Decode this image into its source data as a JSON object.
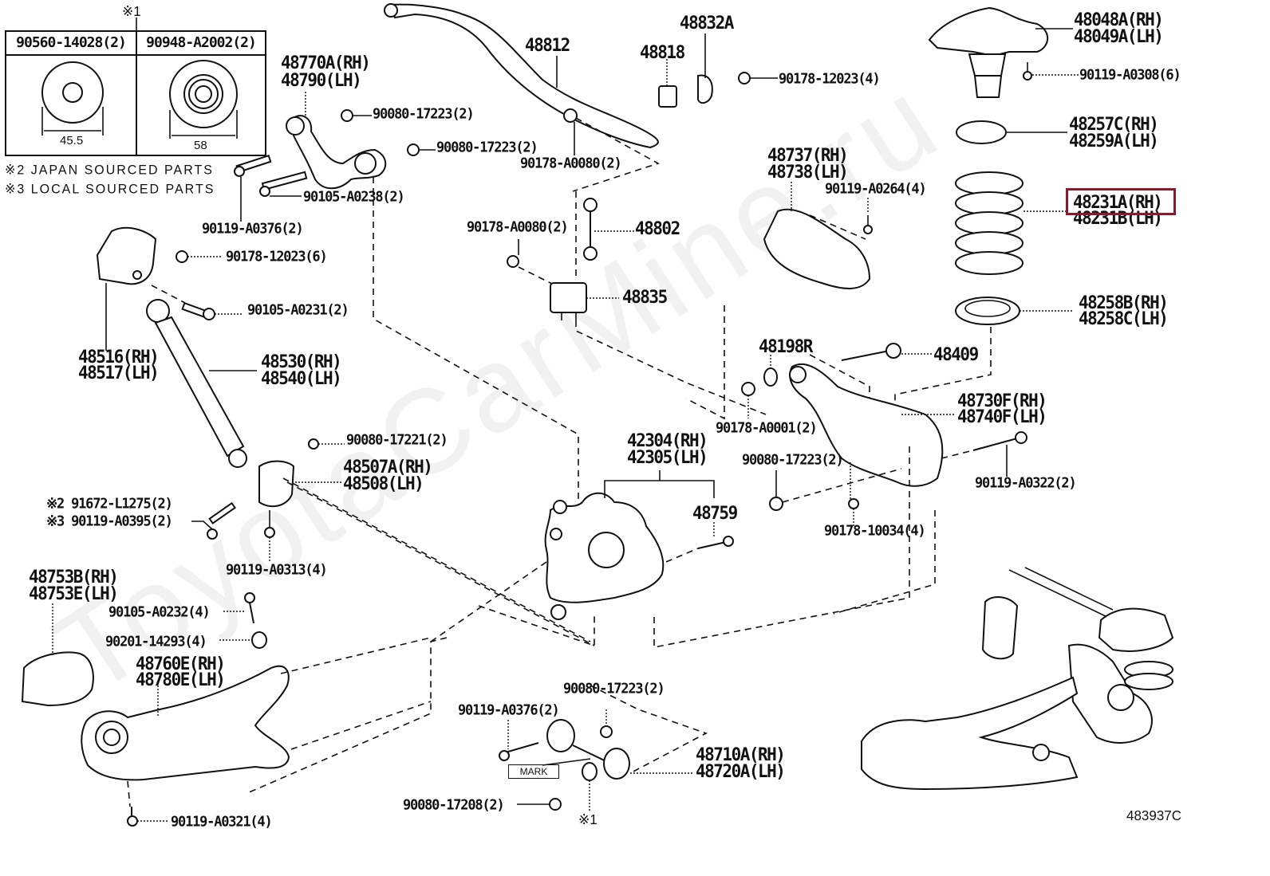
{
  "diagram": {
    "title_code": "483937C",
    "watermark": "ToyotaCarMine.ru",
    "highlight_color": "#8b1a2e",
    "highlighted_part": "48231A(RH)"
  },
  "key_table": {
    "note_marker": "※1",
    "columns": [
      {
        "part": "90560-14028(2)",
        "dimension": "45.5"
      },
      {
        "part": "90948-A2002(2)",
        "dimension": "58"
      }
    ]
  },
  "notes": [
    "※2 JAPAN SOURCED PARTS",
    "※3 LOCAL SOURCED PARTS"
  ],
  "callouts": {
    "upper_arm": [
      "48770A(RH)",
      "48790(LH)"
    ],
    "nut_17223_a": "90080-17223(2)",
    "nut_17223_b": "90080-17223(2)",
    "bolt_a0238": "90105-A0238(2)",
    "bolt_a0376_top": "90119-A0376(2)",
    "stabilizer_bar": "48812",
    "stab_bushing": "48818",
    "stab_bracket": "48832A",
    "nut_12023_4": "90178-12023(4)",
    "nut_a0080_top": "90178-A0080(2)",
    "nut_a0080_mid": "90178-A0080(2)",
    "stab_link": "48802",
    "stab_bracket_lower": "48835",
    "support": [
      "48048A(RH)",
      "48049A(LH)"
    ],
    "bolt_a0308": "90119-A0308(6)",
    "upper_insulator": [
      "48257C(RH)",
      "48259A(LH)"
    ],
    "coil_spring": [
      "48231A(RH)",
      "48231B(LH)"
    ],
    "lower_insulator": [
      "48258B(RH)",
      "48258C(LH)"
    ],
    "cover": [
      "48737(RH)",
      "48738(LH)"
    ],
    "bolt_a0264": "90119-A0264(4)",
    "shock_bracket": [
      "48516(RH)",
      "48517(LH)"
    ],
    "nut_12023_6": "90178-12023(6)",
    "bolt_a0231": "90105-A0231(2)",
    "shock_absorber": [
      "48530(RH)",
      "48540(LH)"
    ],
    "bushing_48198R": "48198R",
    "bolt_48409": "48409",
    "nut_a0001": "90178-A0001(2)",
    "lower_arm": [
      "48730F(RH)",
      "48740F(LH)"
    ],
    "nut_17223_c": "90080-17223(2)",
    "bolt_a0322": "90119-A0322(2)",
    "nut_10034": "90178-10034(4)",
    "nut_17221": "90080-17221(2)",
    "arm_bracket": [
      "48507A(RH)",
      "48508(LH)"
    ],
    "bolt_l1275": "※2 91672-L1275(2)",
    "bolt_a0395": "※3 90119-A0395(2)",
    "bolt_a0313": "90119-A0313(4)",
    "carrier": [
      "42304(RH)",
      "42305(LH)"
    ],
    "bolt_48759": "48759",
    "trailing_arm_cover": [
      "48753B(RH)",
      "48753E(LH)"
    ],
    "bolt_a0232": "90105-A0232(4)",
    "washer_14293": "90201-14293(4)",
    "trailing_arm": [
      "48760E(RH)",
      "48780E(LH)"
    ],
    "bolt_a0321": "90119-A0321(4)",
    "nut_17223_d": "90080-17223(2)",
    "bolt_a0376_low": "90119-A0376(2)",
    "toe_arm": [
      "48710A(RH)",
      "48720A(LH)"
    ],
    "mark_label": "MARK",
    "nut_17208": "90080-17208(2)",
    "washer_note": "※1"
  }
}
